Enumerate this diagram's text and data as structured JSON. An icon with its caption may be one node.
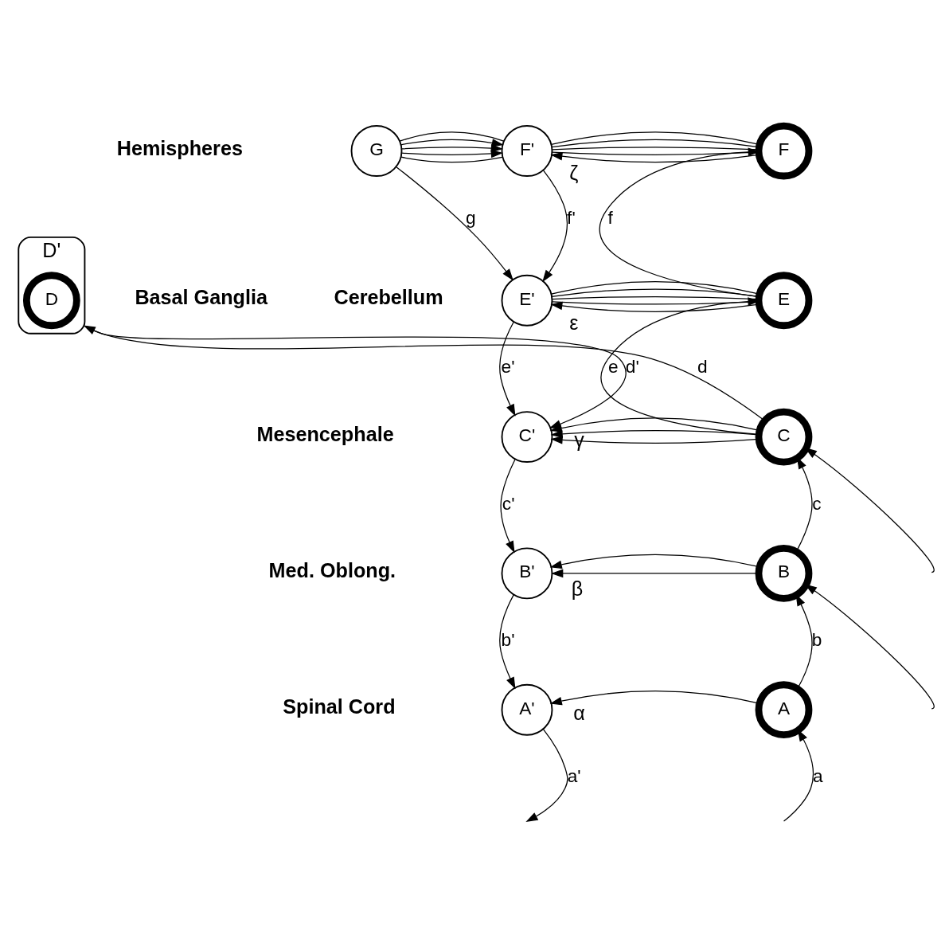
{
  "diagram": {
    "nodes": [
      {
        "text": [
          "G"
        ]
      },
      {
        "text": [
          "F'"
        ]
      },
      {
        "text": [
          "F"
        ]
      },
      {
        "text": [
          "D'"
        ]
      },
      {
        "text": [
          "D"
        ],
        "in": 3
      },
      {
        "text": [
          "E'"
        ]
      },
      {
        "text": [
          "E"
        ]
      },
      {
        "text": [
          "C'"
        ]
      },
      {
        "text": [
          "C"
        ]
      },
      {
        "text": [
          "B'"
        ]
      },
      {
        "text": [
          "B"
        ]
      },
      {
        "text": [
          "A'"
        ]
      },
      {
        "text": [
          "A"
        ]
      }
    ],
    "edges": [
      {
        "from": null,
        "to": 12,
        "arrow": "to",
        "label": "a"
      },
      {
        "from": 11,
        "to": null,
        "arrow": "to",
        "label": "a'"
      },
      {
        "from": 12,
        "to": 11,
        "arrow": "to",
        "label": "α"
      },
      {
        "from": 12,
        "to": 10,
        "arrow": "to",
        "label": "b"
      },
      {
        "from": 9,
        "to": 11,
        "arrow": "to",
        "label": "b'"
      },
      {
        "from": 10,
        "to": 9,
        "arrow": "to",
        "label": "β"
      },
      {
        "from": 10,
        "to": 9,
        "arrow": "to"
      },
      {
        "from": null,
        "to": 10,
        "arrow": "to"
      },
      {
        "from": 10,
        "to": 8,
        "arrow": "to",
        "label": "c"
      },
      {
        "from": 7,
        "to": 9,
        "arrow": "to",
        "label": "c'"
      },
      {
        "from": 8,
        "to": 7,
        "arrow": "to"
      },
      {
        "from": 8,
        "to": 7,
        "arrow": "to"
      },
      {
        "from": 8,
        "to": 7,
        "arrow": "to",
        "label": "γ"
      },
      {
        "from": null,
        "to": 8,
        "arrow": "to"
      },
      {
        "from": 8,
        "to": 3,
        "arrow": "to",
        "label": "d"
      },
      {
        "from": 3,
        "to": 7,
        "arrow": "to",
        "label": "d'"
      },
      {
        "from": 8,
        "to": 6,
        "arrow": "to",
        "label": "e"
      },
      {
        "from": 5,
        "to": 7,
        "arrow": "to",
        "label": "e'"
      },
      {
        "from": 6,
        "to": 5,
        "arrow": "to",
        "label": "ε"
      },
      {
        "from": 6,
        "to": 5,
        "arrow": "none"
      },
      {
        "from": 6,
        "to": 5,
        "arrow": "none"
      },
      {
        "from": 6,
        "to": 5,
        "arrow": "none"
      },
      {
        "from": 6,
        "to": 5,
        "arrow": "none"
      },
      {
        "from": 6,
        "to": 2,
        "arrow": "to",
        "label": "f"
      },
      {
        "from": 1,
        "to": 5,
        "arrow": "to",
        "label": "f'"
      },
      {
        "from": 2,
        "to": 1,
        "arrow": "to",
        "label": "ζ"
      },
      {
        "from": 2,
        "to": 1,
        "arrow": "none"
      },
      {
        "from": 2,
        "to": 1,
        "arrow": "none"
      },
      {
        "from": 2,
        "to": 1,
        "arrow": "none"
      },
      {
        "from": 2,
        "to": 1,
        "arrow": "none"
      },
      {
        "from": 0,
        "to": 1,
        "arrow": "none"
      },
      {
        "from": 0,
        "to": 1,
        "arrow": "to"
      },
      {
        "from": 0,
        "to": 1,
        "arrow": "to"
      },
      {
        "from": 0,
        "to": 1,
        "arrow": "to"
      },
      {
        "from": 0,
        "to": 1,
        "arrow": "none"
      },
      {
        "from": 0,
        "to": 5,
        "arrow": "to",
        "label": "g"
      }
    ],
    "labels": [
      "Hemispheres",
      "Cerebellum",
      "Basal Ganglia",
      "Mesencephale",
      "Med. Oblong.",
      "Spinal Cord"
    ]
  }
}
